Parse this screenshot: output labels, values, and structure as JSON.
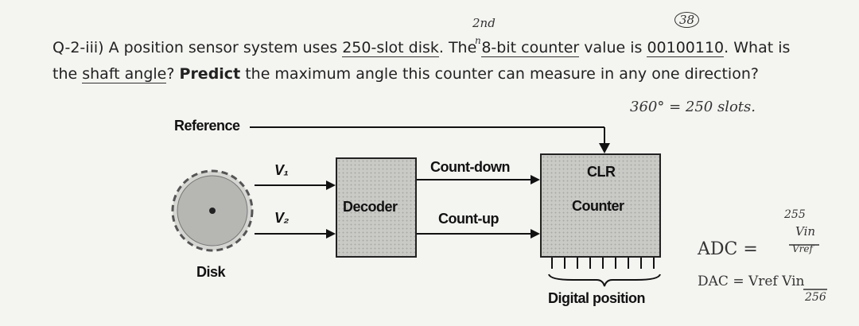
{
  "question": {
    "prefix": "Q-2-iii) A position sensor system uses ",
    "disk_phrase": "250-slot disk",
    "mid1": ". The ",
    "counter_phrase": "8-bit counter",
    "mid2": " value is ",
    "value_phrase": "00100110",
    "mid3": ". What is the ",
    "angle_phrase": "shaft angle",
    "mid4": "? ",
    "bold_word": "Predict",
    "suffix": " the maximum angle this counter can measure in any one direction?"
  },
  "handwriting": {
    "note_2nd": "2nd",
    "note_n": "n",
    "note_38": "38",
    "note_360": "360° = 250 slots.",
    "note_adc": "ADC =",
    "note_255": "255",
    "note_vin": "Vin",
    "note_vref": "Vref",
    "note_dac": "DAC = Vref Vin",
    "note_256": "256"
  },
  "diagram": {
    "reference": "Reference",
    "v1": "V₁",
    "v2": "V₂",
    "decoder": "Decoder",
    "count_down": "Count-down",
    "count_up": "Count-up",
    "clr": "CLR",
    "counter": "Counter",
    "digital_position": "Digital position",
    "disk": "Disk"
  }
}
